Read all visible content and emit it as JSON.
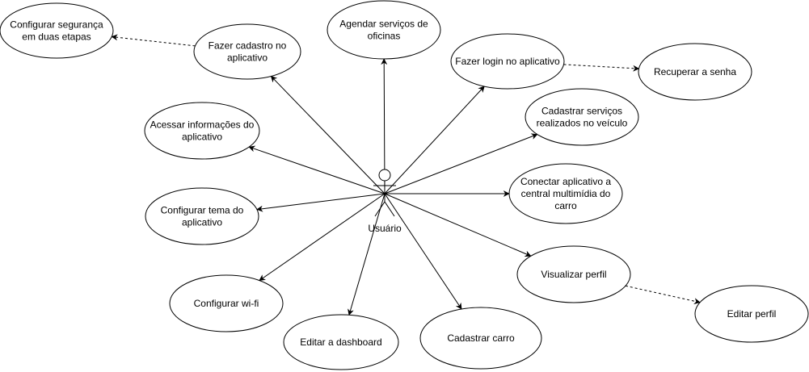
{
  "diagram": {
    "actor": {
      "id": "usuario",
      "label": "Usuário"
    },
    "use_cases": [
      {
        "id": "seg2",
        "lines": [
          "Configurar segurança",
          "em duas etapas"
        ]
      },
      {
        "id": "cadastro",
        "lines": [
          "Fazer cadastro no",
          "aplicativo"
        ]
      },
      {
        "id": "agendar",
        "lines": [
          "Agendar serviços de",
          "oficinas"
        ]
      },
      {
        "id": "login",
        "lines": [
          "Fazer login no aplicativo"
        ]
      },
      {
        "id": "recuperar",
        "lines": [
          "Recuperar a senha"
        ]
      },
      {
        "id": "acessar",
        "lines": [
          "Acessar informações do",
          "aplicativo"
        ]
      },
      {
        "id": "servicos",
        "lines": [
          "Cadastrar serviços",
          "realizados no veículo"
        ]
      },
      {
        "id": "conectar",
        "lines": [
          "Conectar aplicativo a",
          "central multimídia do",
          "carro"
        ]
      },
      {
        "id": "tema",
        "lines": [
          "Configurar tema do",
          "aplicativo"
        ]
      },
      {
        "id": "visualizar",
        "lines": [
          "Visualizar perfil"
        ]
      },
      {
        "id": "wifi",
        "lines": [
          "Configurar wi-fi"
        ]
      },
      {
        "id": "editarperfil",
        "lines": [
          "Editar perfil"
        ]
      },
      {
        "id": "dashboard",
        "lines": [
          "Editar a dashboard"
        ]
      },
      {
        "id": "carro",
        "lines": [
          "Cadastrar carro"
        ]
      }
    ],
    "associations": [
      "cadastro",
      "agendar",
      "login",
      "acessar",
      "servicos",
      "conectar",
      "tema",
      "visualizar",
      "wifi",
      "dashboard",
      "carro"
    ],
    "dependencies": [
      {
        "from": "cadastro",
        "to": "seg2"
      },
      {
        "from": "login",
        "to": "recuperar"
      },
      {
        "from": "visualizar",
        "to": "editarperfil"
      }
    ],
    "colors": {
      "stroke": "#000000",
      "fill": "#ffffff"
    }
  }
}
